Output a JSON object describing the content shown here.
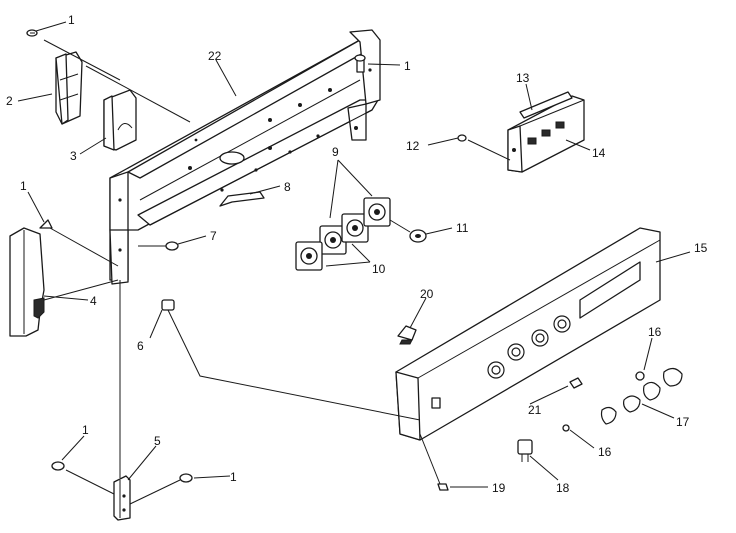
{
  "callouts": {
    "c1a": "1",
    "c1b": "1",
    "c1c": "1",
    "c1d": "1",
    "c1e": "1",
    "c2": "2",
    "c3": "3",
    "c4": "4",
    "c5": "5",
    "c6": "6",
    "c7": "7",
    "c8": "8",
    "c9": "9",
    "c10": "10",
    "c11": "11",
    "c12": "12",
    "c13": "13",
    "c14": "14",
    "c15": "15",
    "c16a": "16",
    "c16b": "16",
    "c17": "17",
    "c18": "18",
    "c19": "19",
    "c20": "20",
    "c21": "21",
    "c22": "22"
  },
  "colors": {
    "ink": "#1a1a1a",
    "background": "#ffffff"
  }
}
